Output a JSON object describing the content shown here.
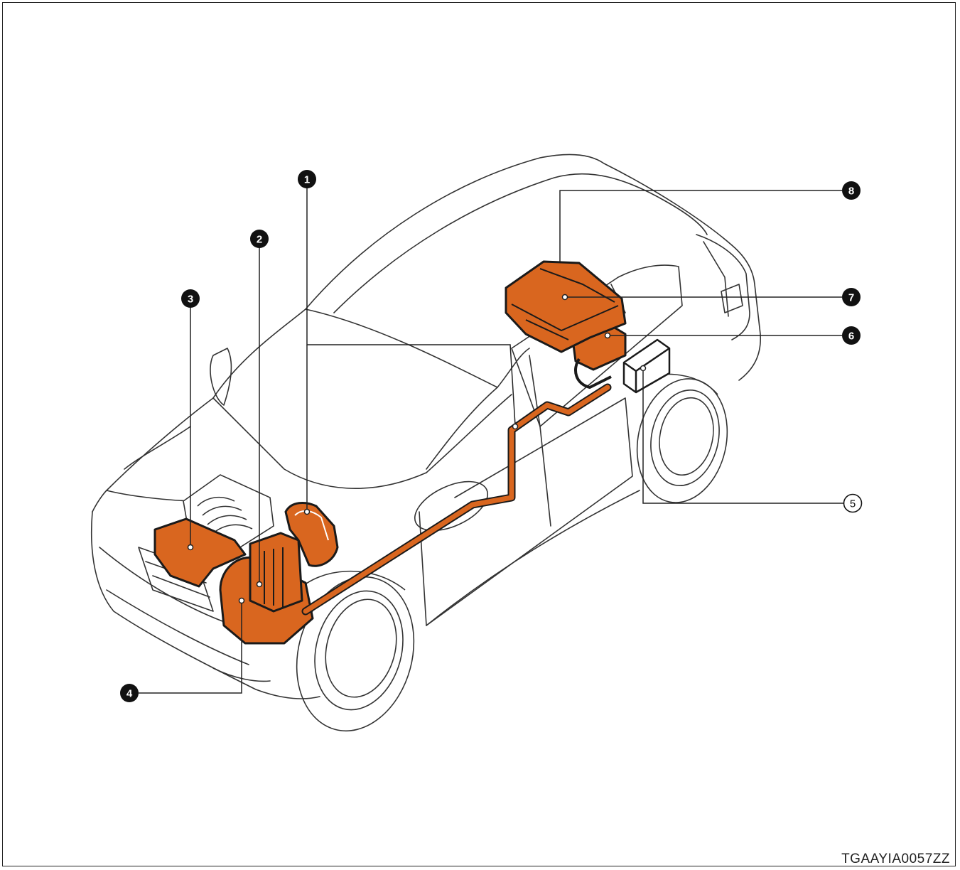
{
  "diagram": {
    "reference_code": "TGAAYIA0057ZZ",
    "colors": {
      "highlight": "#D9661F",
      "highlight_stroke": "#1a1a1a",
      "line": "#333333",
      "callout_fill": "#111111"
    },
    "callouts": [
      {
        "id": "1",
        "label": "1",
        "style": "filled"
      },
      {
        "id": "2",
        "label": "2",
        "style": "filled"
      },
      {
        "id": "3",
        "label": "3",
        "style": "filled"
      },
      {
        "id": "4",
        "label": "4",
        "style": "filled"
      },
      {
        "id": "5",
        "label": "5",
        "style": "outlined"
      },
      {
        "id": "6",
        "label": "6",
        "style": "filled"
      },
      {
        "id": "7",
        "label": "7",
        "style": "filled"
      },
      {
        "id": "8",
        "label": "8",
        "style": "filled"
      }
    ]
  }
}
